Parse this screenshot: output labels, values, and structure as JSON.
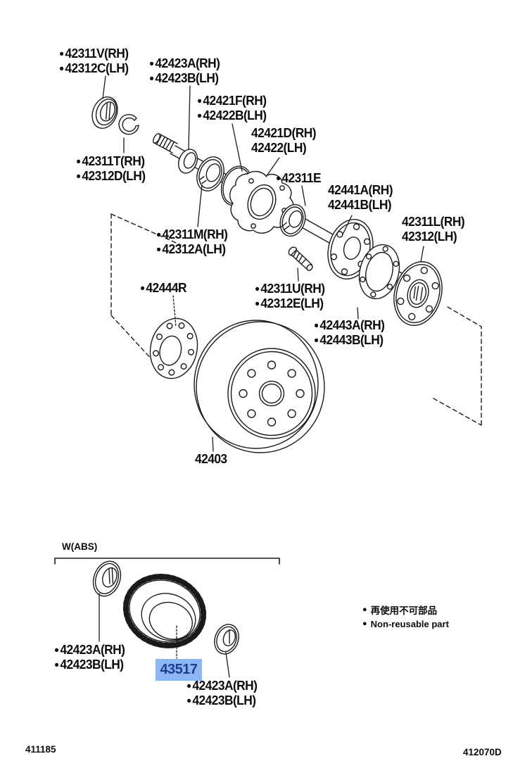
{
  "icons": {
    "bullet": "●"
  },
  "colors": {
    "line": "#1a1a1a",
    "highlight_bg": "#8db6f3",
    "highlight_text": "#1c3e91"
  },
  "labels": [
    {
      "lines": [
        "42311V(RH)",
        "42312C(LH)"
      ],
      "bullet": true
    },
    {
      "lines": [
        "42423A(RH)",
        "42423B(LH)"
      ],
      "bullet": true
    },
    {
      "lines": [
        "42421F(RH)",
        "42422B(LH)"
      ],
      "bullet": true
    },
    {
      "lines": [
        "42421D(RH)",
        "42422(LH)"
      ],
      "bullet": false
    },
    {
      "lines": [
        "42311T(RH)",
        "42312D(LH)"
      ],
      "bullet": true
    },
    {
      "lines": [
        "42311E"
      ],
      "bullet": true
    },
    {
      "lines": [
        "42441A(RH)",
        "42441B(LH)"
      ],
      "bullet": false
    },
    {
      "lines": [
        "42311L(RH)",
        "42312(LH)"
      ],
      "bullet": false
    },
    {
      "lines": [
        "42311M(RH)",
        "42312A(LH)"
      ],
      "bullet": true
    },
    {
      "lines": [
        "42444R"
      ],
      "bullet": true
    },
    {
      "lines": [
        "42311U(RH)",
        "42312E(LH)"
      ],
      "bullet": true
    },
    {
      "lines": [
        "42443A(RH)",
        "42443B(LH)"
      ],
      "bullet": true
    },
    {
      "lines": [
        "42403"
      ],
      "bullet": false
    },
    {
      "lines": [
        "42423A(RH)",
        "42423B(LH)"
      ],
      "bullet": true
    },
    {
      "lines": [
        "42423A(RH)",
        "42423B(LH)"
      ],
      "bullet": true
    }
  ],
  "highlight": {
    "code": "43517"
  },
  "group_label": "W(ABS)",
  "legend": {
    "jp": "再使用不可部品",
    "en": "Non-reusable part"
  },
  "footer": {
    "left_code": "411185",
    "right_code": "412070D"
  }
}
